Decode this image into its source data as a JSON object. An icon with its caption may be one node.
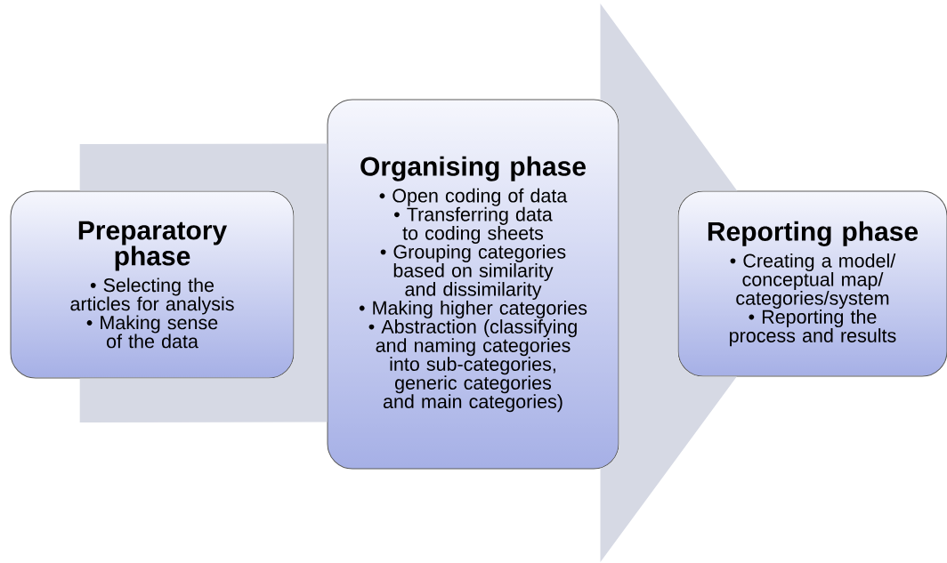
{
  "diagram": {
    "nodes": [
      {
        "text": [
          "Preparatory phase",
          "• Selecting the articles for analysis",
          "• Making sense of the data"
        ]
      },
      {
        "text": [
          "Organising phase",
          "• Open coding of data",
          "• Transferring data to coding sheets",
          "• Grouping categories based on similarity and dissimilarity",
          "• Making higher categories",
          "• Abstraction (classifying and naming categories into sub-categories, generic categories and main categories)"
        ]
      },
      {
        "text": [
          "Reporting phase",
          "• Creating a model/ conceptual map/ categories/system",
          "• Reporting the process and results"
        ]
      }
    ],
    "edges": [
      {
        "from": 0,
        "to": 2,
        "arrow": "to"
      }
    ]
  }
}
